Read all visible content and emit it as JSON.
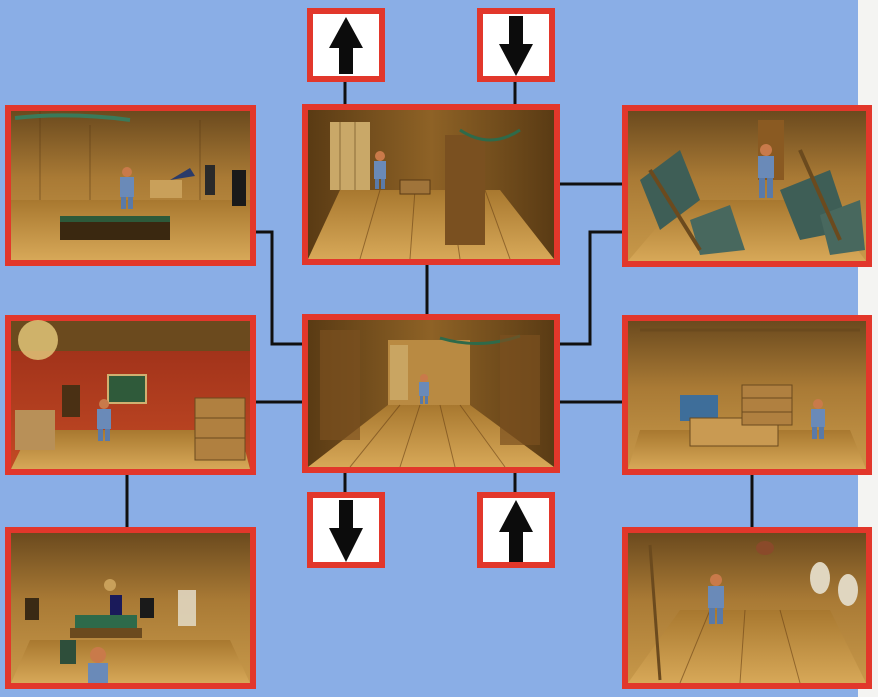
{
  "map": {
    "background_color": "#8aaee6",
    "frame_color": "#e2372b",
    "connector_color": "#101010",
    "rooms": [
      {
        "id": "storeroom",
        "icon": "room-scene"
      },
      {
        "id": "upper-hallway",
        "icon": "room-scene"
      },
      {
        "id": "wrecked-room",
        "icon": "room-scene"
      },
      {
        "id": "red-lounge",
        "icon": "room-scene"
      },
      {
        "id": "central-hallway",
        "icon": "room-scene"
      },
      {
        "id": "kitchen",
        "icon": "room-scene"
      },
      {
        "id": "trophy-room",
        "icon": "room-scene"
      },
      {
        "id": "pantry",
        "icon": "room-scene"
      }
    ],
    "exits": [
      {
        "id": "exit-up-left",
        "direction": "up",
        "icon": "arrow-up-icon"
      },
      {
        "id": "exit-down-right",
        "direction": "down",
        "icon": "arrow-down-icon"
      },
      {
        "id": "exit-down-left",
        "direction": "down",
        "icon": "arrow-down-icon"
      },
      {
        "id": "exit-up-right",
        "direction": "up",
        "icon": "arrow-up-icon"
      }
    ]
  }
}
